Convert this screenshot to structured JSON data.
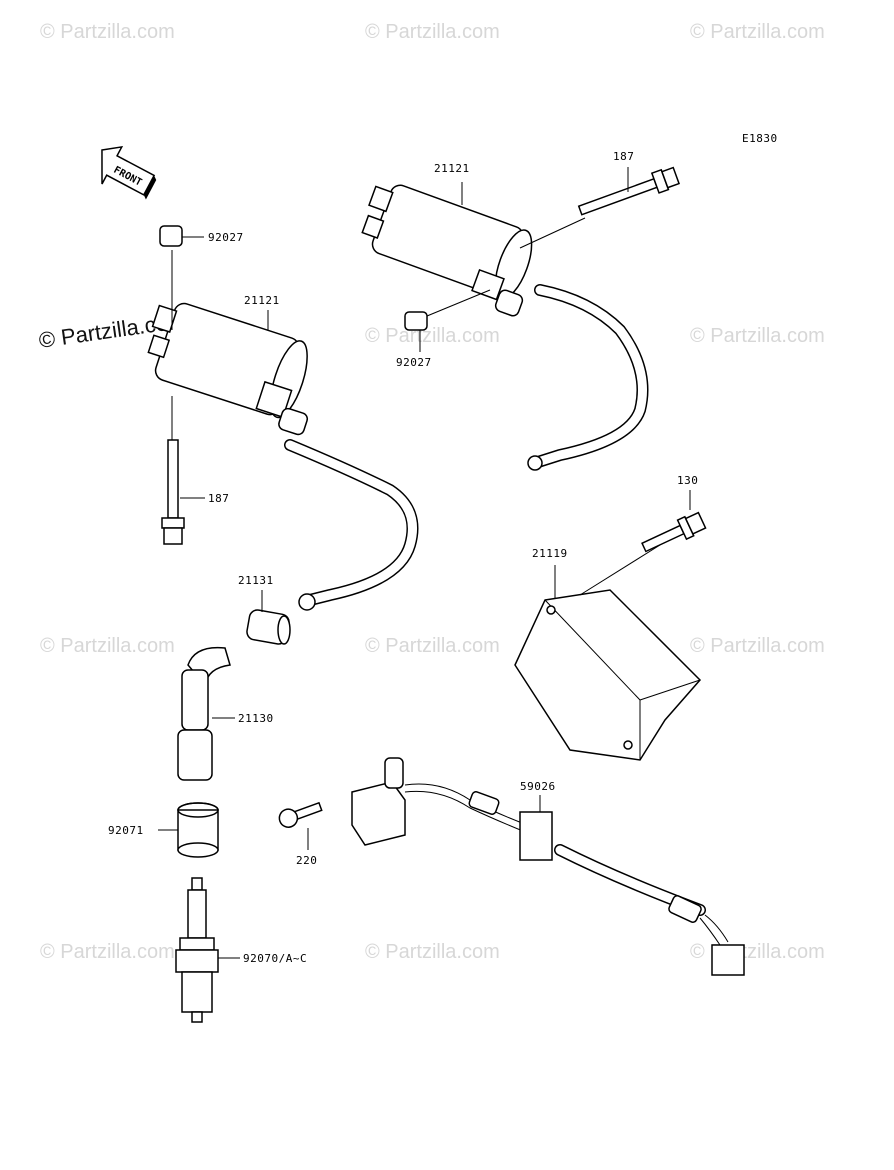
{
  "watermark": {
    "repeat_text": "© Partzilla.com",
    "main_text": "© Partzilla.com"
  },
  "figure_code": "E1830",
  "front_arrow_text": "FRONT",
  "labels": {
    "coil_upper": "21121",
    "coil_lower": "21121",
    "bolt_upper": "187",
    "bolt_lower": "187",
    "collar_upper": "92027",
    "collar_lower": "92027",
    "bolt_igniter": "130",
    "igniter": "21119",
    "sleeve": "21131",
    "plug_cap": "21130",
    "seal": "92071",
    "spark_plug": "92070/A~C",
    "screw": "220",
    "harness": "59026"
  },
  "colors": {
    "line": "#000000",
    "watermark": "#d7d7d7",
    "background": "#ffffff"
  }
}
